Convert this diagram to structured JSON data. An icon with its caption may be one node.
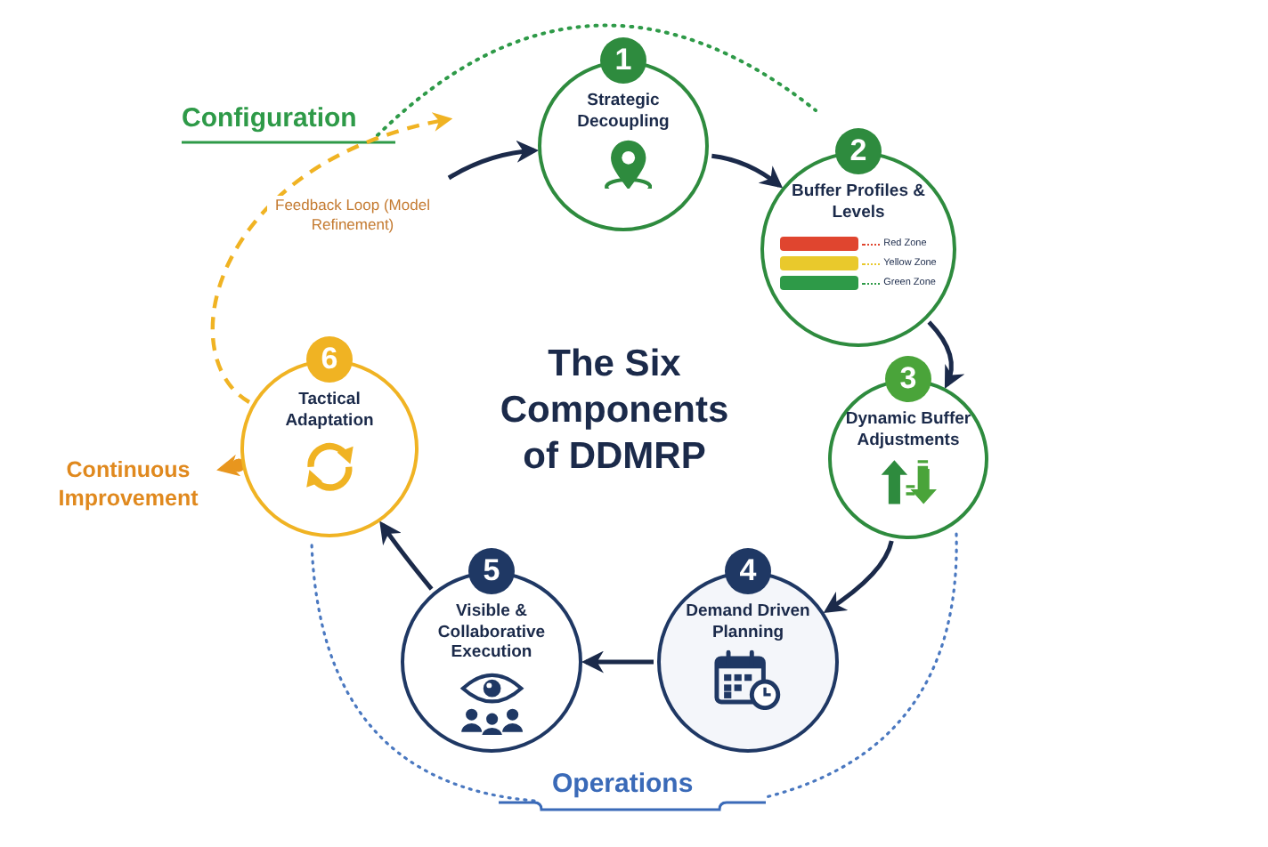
{
  "diagram": {
    "title": "The Six Components of DDMRP",
    "nodes": [
      {
        "text": [
          "1",
          "Strategic Decoupling"
        ]
      },
      {
        "text": [
          "2",
          "Buffer Profiles & Levels"
        ]
      },
      {
        "text": [
          "3",
          "Dynamic Buffer Adjustments"
        ]
      },
      {
        "text": [
          "4",
          "Demand Driven Planning"
        ]
      },
      {
        "text": [
          "5",
          "Visible & Collaborative Execution"
        ]
      },
      {
        "text": [
          "6",
          "Tactical Adaptation"
        ]
      },
      {
        "text": [
          "Continuous Improvement"
        ]
      }
    ],
    "edges": [
      {
        "from": 0,
        "to": 1,
        "arrow": "to"
      },
      {
        "from": 1,
        "to": 2,
        "arrow": "to"
      },
      {
        "from": 2,
        "to": 3,
        "arrow": "to"
      },
      {
        "from": 3,
        "to": 4,
        "arrow": "to"
      },
      {
        "from": 4,
        "to": 5,
        "arrow": "to"
      },
      {
        "from": null,
        "to": 0,
        "arrow": "to"
      },
      {
        "from": 5,
        "to": null,
        "arrow": "to",
        "label": "Feedback Loop (Model Refinement)",
        "style": "dashed",
        "color": "#f0b323"
      },
      {
        "from": 5,
        "to": 6,
        "arrow": "to",
        "color": "#e8961e"
      }
    ],
    "labels": [
      "Configuration",
      "Operations"
    ],
    "legend": [
      {
        "text": "Red Zone",
        "color": "#e0452f"
      },
      {
        "text": "Yellow Zone",
        "color": "#e9c92c"
      },
      {
        "text": "Green Zone",
        "color": "#2e9a48"
      }
    ]
  }
}
